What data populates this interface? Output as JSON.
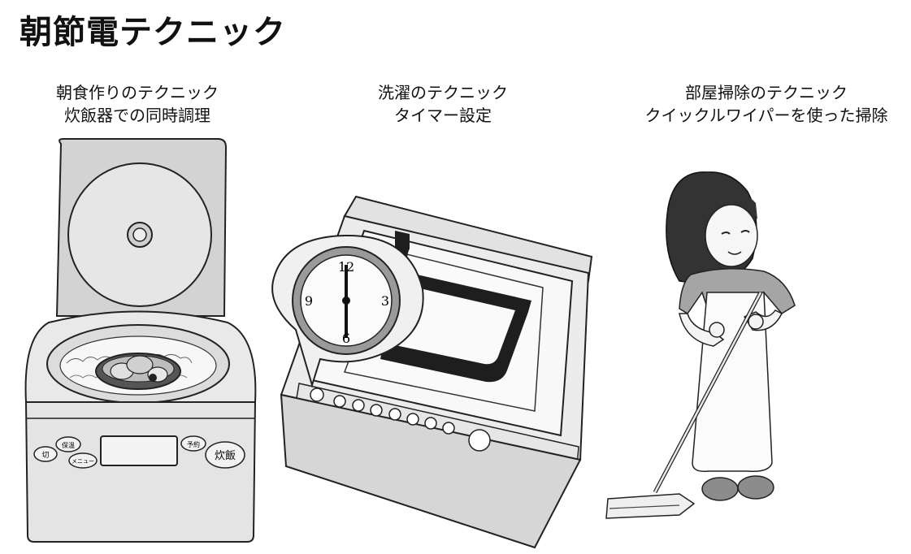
{
  "page_title": "朝節電テクニック",
  "sections": [
    {
      "heading": "朝食作りのテクニック",
      "subheading": "炊飯器での同時調理",
      "appliance_buttons": {
        "off": "切",
        "keep_warm": "保温",
        "menu": "メニュー",
        "reserve": "予約",
        "cook": "炊飯"
      }
    },
    {
      "heading": "洗濯のテクニック",
      "subheading": "タイマー設定",
      "clock_numbers": {
        "top": "12",
        "right": "3",
        "bottom": "6",
        "left": "9"
      }
    },
    {
      "heading": "部屋掃除のテクニック",
      "subheading": "クイックルワイパーを使った掃除"
    }
  ],
  "icons": [
    "rice-cooker-icon",
    "washing-machine-icon",
    "clock-icon",
    "woman-with-floor-wiper-icon"
  ]
}
